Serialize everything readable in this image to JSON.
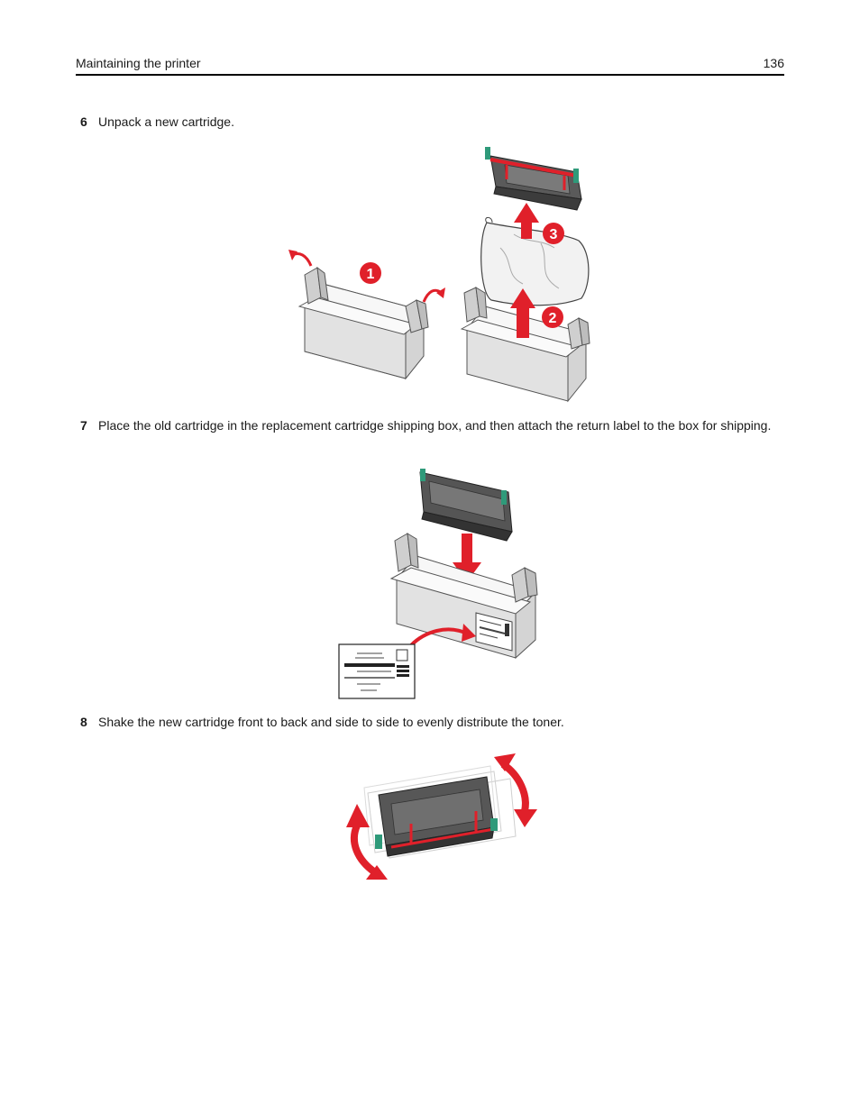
{
  "header": {
    "section_title": "Maintaining the printer",
    "page_number": "136"
  },
  "steps": [
    {
      "number": "6",
      "text": "Unpack a new cartridge."
    },
    {
      "number": "7",
      "text": "Place the old cartridge in the replacement cartridge shipping box, and then attach the return label to the box for shipping."
    },
    {
      "number": "8",
      "text": "Shake the new cartridge front to back and side to side to evenly distribute the toner."
    }
  ],
  "figure_unpack": {
    "callouts": [
      "1",
      "2",
      "3"
    ]
  },
  "colors": {
    "accent_red": "#e0202a",
    "box_fill": "#e9e9e9",
    "cartridge_dark": "#4a4a4a",
    "green_tab": "#2f9a7a"
  }
}
